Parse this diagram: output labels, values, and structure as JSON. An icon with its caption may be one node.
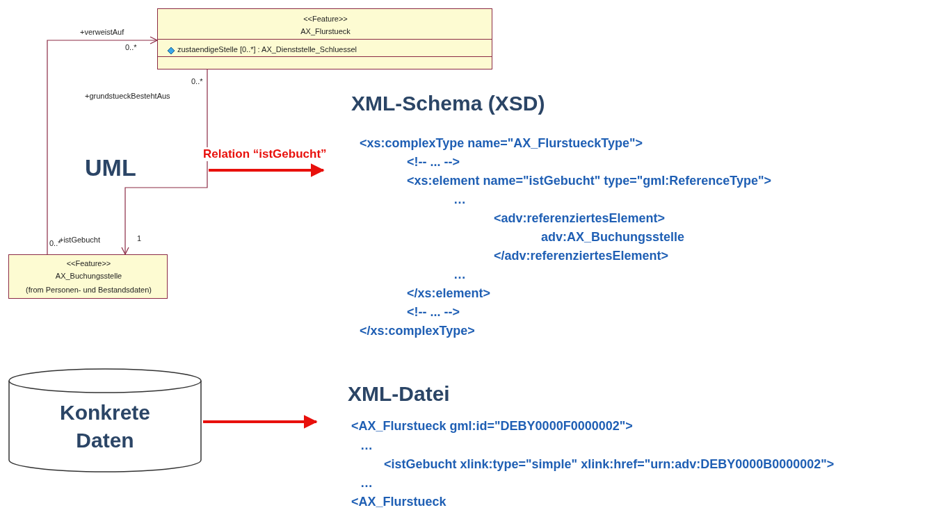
{
  "diagram": {
    "nodes": [
      {
        "text": [
          "<<Feature>>",
          "AX_Flurstueck",
          "zustaendigeStelle [0..*] : AX_Dienststelle_Schluessel"
        ]
      },
      {
        "text": [
          "<<Feature>>",
          "AX_Buchungsstelle",
          "(from Personen- und Bestandsdaten)"
        ]
      },
      {
        "text": [
          "XML-Schema (XSD)",
          "<xs:complexType name=\"AX_FlurstueckType\">",
          "<!-- ...  -->",
          "<xs:element name=\"istGebucht\" type=\"gml:ReferenceType\">",
          "…",
          "<adv:referenziertesElement>",
          "adv:AX_Buchungsstelle",
          "</adv:referenziertesElement>",
          "…",
          "</xs:element>",
          "<!-- ...  -->",
          "</xs:complexType>"
        ]
      },
      {
        "text": [
          "Konkrete Daten"
        ]
      },
      {
        "text": [
          "XML-Datei",
          "<AX_Flurstueck gml:id=\"DEBY0000F0000002\">",
          "…",
          "<istGebucht xlink:type=\"simple\" xlink:href=\"urn:adv:DEBY0000B0000002\">",
          "…",
          "<AX_Flurstueck"
        ]
      }
    ],
    "edges": [
      {
        "from": 1,
        "to": 0,
        "arrow": "to"
      },
      {
        "from": 0,
        "to": 1,
        "arrow": "to"
      },
      {
        "from": null,
        "to": 2,
        "arrow": "to",
        "label": "Relation “istGebucht”",
        "style": "thick",
        "color": "#e8100c"
      },
      {
        "from": 3,
        "to": 4,
        "arrow": "to",
        "style": "thick",
        "color": "#e8100c"
      }
    ],
    "labels": [
      "+verweistAuf",
      "0..*",
      "0..*",
      "+grundstueckBestehtAus",
      "UML",
      "0..*",
      "+istGebucht",
      "1"
    ]
  }
}
